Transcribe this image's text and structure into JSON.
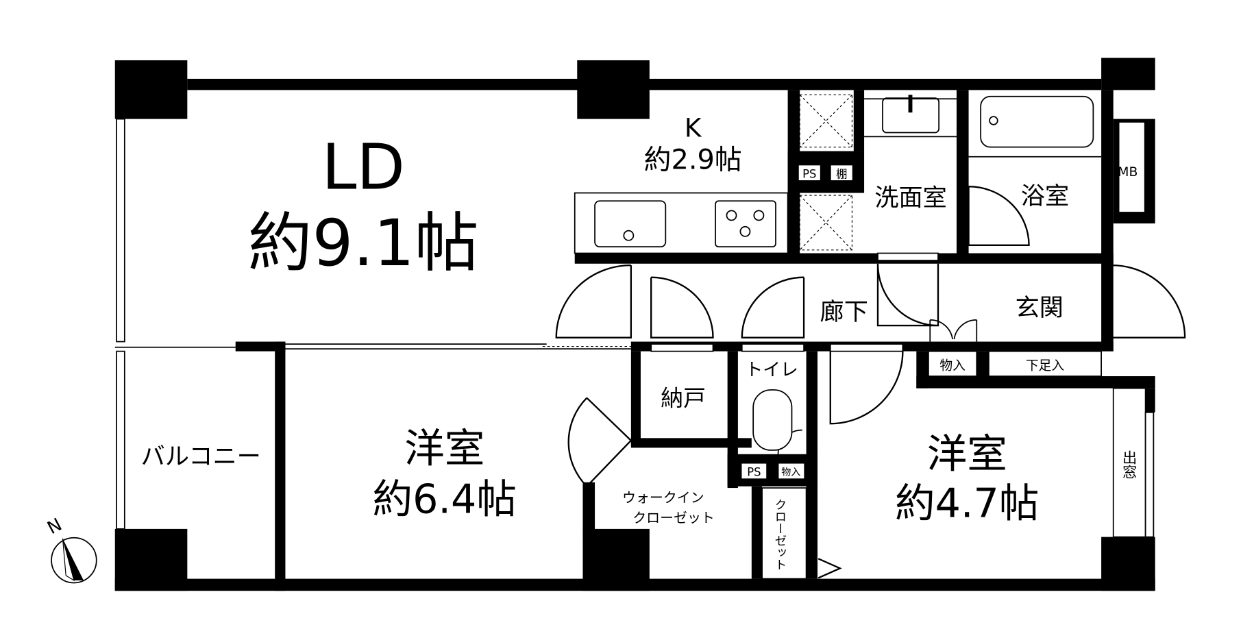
{
  "rooms": {
    "ld": {
      "name": "LD",
      "size": "約9.1帖"
    },
    "kitchen": {
      "name": "K",
      "size": "約2.9帖"
    },
    "washroom": "洗面室",
    "bathroom": "浴室",
    "mb": "MB",
    "ps_top": "PS",
    "shelf": "棚",
    "hallway": "廊下",
    "entrance": "玄関",
    "storage_entrance": "物入",
    "shoe_storage": "下足入",
    "storeroom": "納戸",
    "toilet": "トイレ",
    "ps_bottom": "PS",
    "storage_toilet": "物入",
    "balcony": "バルコニー",
    "western_room_1": {
      "name": "洋室",
      "size": "約6.4帖"
    },
    "walk_in_closet": {
      "line1": "ウォークイン",
      "line2": "クローゼット"
    },
    "closet": "クローゼット",
    "western_room_2": {
      "name": "洋室",
      "size": "約4.7帖"
    },
    "bay_window": "出窓"
  },
  "compass": {
    "label": "N"
  }
}
